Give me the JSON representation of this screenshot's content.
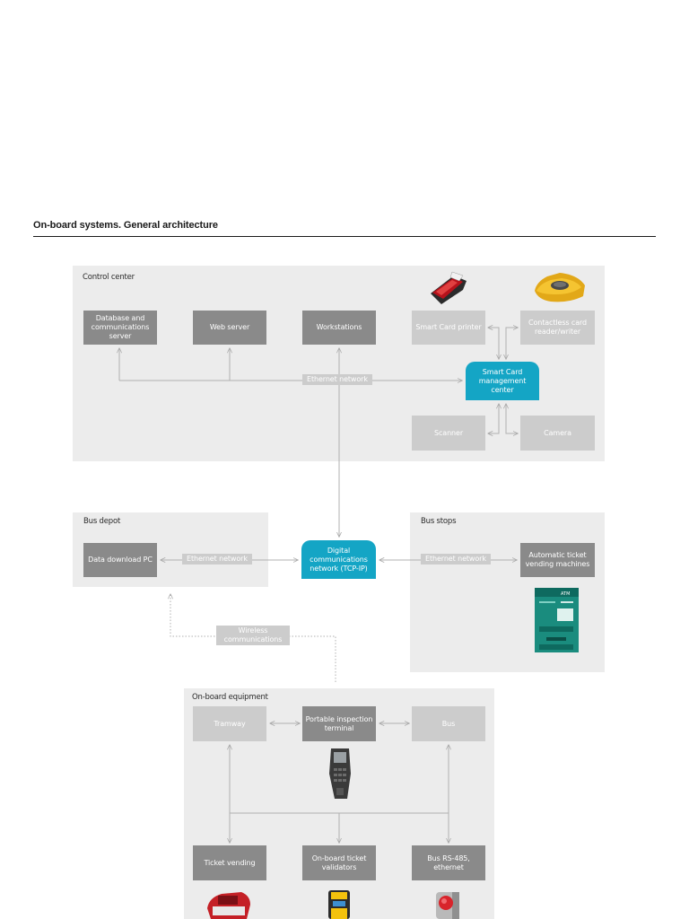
{
  "title": "On-board systems. General architecture",
  "panels": {
    "control_center": "Control center",
    "bus_depot": "Bus depot",
    "bus_stops": "Bus stops",
    "onboard": "On-board equipment"
  },
  "nodes": {
    "db_server": "Database and communications server",
    "web_server": "Web server",
    "workstations": "Workstations",
    "card_printer": "Smart Card printer",
    "card_reader": "Contactless card reader/writer",
    "card_mgmt": "Smart Card management center",
    "scanner": "Scanner",
    "camera": "Camera",
    "download_pc": "Data download PC",
    "digital_network": "Digital communications network (TCP-IP)",
    "vending_machines": "Automatic ticket vending machines",
    "tramway": "Tramway",
    "inspection_terminal": "Portable inspection terminal",
    "bus": "Bus",
    "ticket_vending": "Ticket vending",
    "validators": "On-board ticket validators",
    "bus_rs485": "Bus RS-485, ethernet"
  },
  "links": {
    "ethernet_control": "Ethernet network",
    "ethernet_depot": "Ethernet network",
    "ethernet_stops": "Ethernet network",
    "wireless": "Wireless communications"
  },
  "colors": {
    "panel": "#ececec",
    "dark_box": "#8a8a8a",
    "light_box": "#cccccc",
    "hub": "#14a5c5",
    "line": "#b0b0b0"
  }
}
